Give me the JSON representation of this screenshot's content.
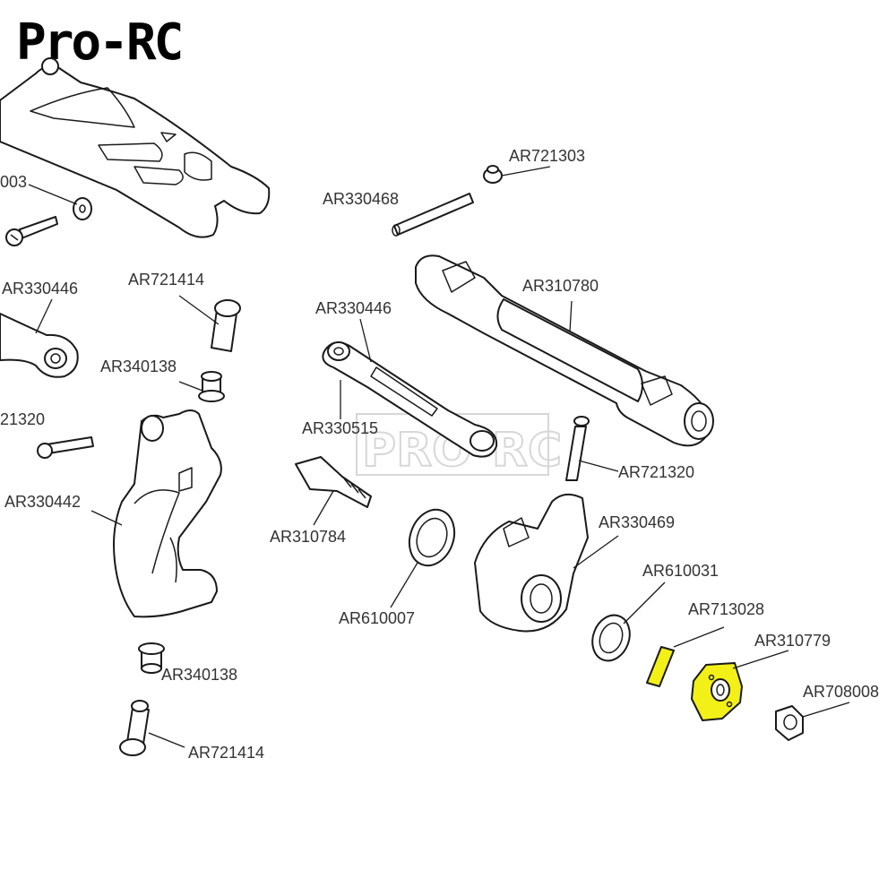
{
  "brand": {
    "text": "Pro-RC"
  },
  "watermark": {
    "text": "PRO-RC"
  },
  "colors": {
    "highlight": "#f3f018",
    "line": "#1a1a1a",
    "label": "#333333",
    "watermark": "#d7d7d7"
  },
  "labels": {
    "ar721303": "AR721303",
    "ar330468": "AR330468",
    "ar003_partial": "003",
    "ar330446_left": "AR330446",
    "ar721414_top": "AR721414",
    "ar310780": "AR310780",
    "ar330446_mid": "AR330446",
    "ar340138_top": "AR340138",
    "ar21320_partial": "21320",
    "ar330515": "AR330515",
    "ar721320": "AR721320",
    "ar330442": "AR330442",
    "ar310784": "AR310784",
    "ar330469": "AR330469",
    "ar610031": "AR610031",
    "ar610007": "AR610007",
    "ar713028": "AR713028",
    "ar310779": "AR310779",
    "ar340138_bottom": "AR340138",
    "ar708008": "AR708008",
    "ar721414_bottom": "AR721414"
  }
}
